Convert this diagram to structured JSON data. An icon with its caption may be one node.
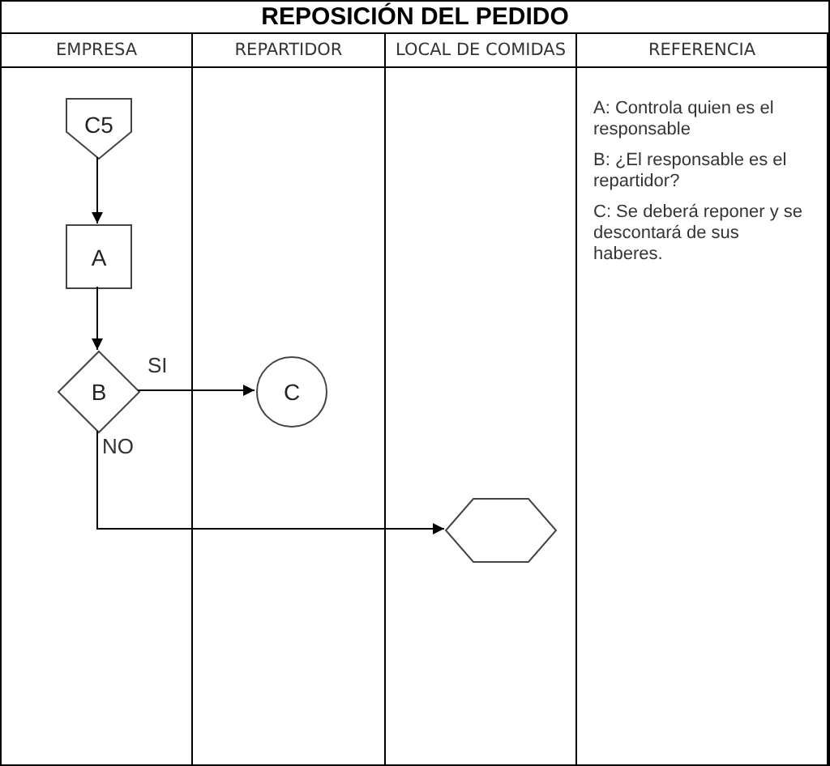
{
  "diagram": {
    "title": "REPOSICIÓN DEL PEDIDO",
    "nodes": [
      {
        "text": [
          "EMPRESA"
        ]
      },
      {
        "text": [
          "REPARTIDOR"
        ]
      },
      {
        "text": [
          "LOCAL DE COMIDAS"
        ]
      },
      {
        "text": [
          "REFERENCIA",
          "A: Controla quien es el responsable",
          "B: ¿El responsable es el repartidor?",
          "C: Se deberá reponer y se descontará de sus haberes."
        ]
      },
      {
        "text": [
          "C5"
        ],
        "in": 0
      },
      {
        "text": [
          "A"
        ],
        "in": 0
      },
      {
        "text": [
          "B"
        ],
        "in": 0
      },
      {
        "text": [
          "C"
        ],
        "in": 1
      },
      {
        "text": [],
        "shape": "hexagon",
        "in": 2
      }
    ],
    "edges": [
      {
        "from": 4,
        "to": 5,
        "arrow": "to"
      },
      {
        "from": 5,
        "to": 6,
        "arrow": "to"
      },
      {
        "from": 6,
        "to": 7,
        "arrow": "to",
        "label": "SI"
      },
      {
        "from": 6,
        "to": 8,
        "arrow": "to",
        "label": "NO"
      }
    ]
  }
}
